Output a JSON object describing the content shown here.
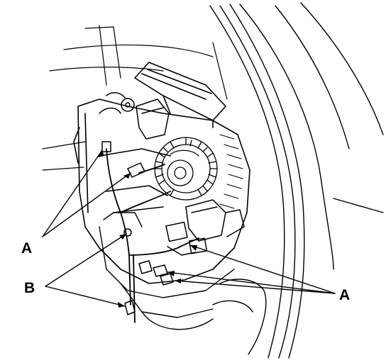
{
  "callouts": {
    "a_left": "A",
    "b_left": "B",
    "a_right": "A"
  },
  "colors": {
    "ink": "#000000",
    "paper": "#ffffff"
  }
}
